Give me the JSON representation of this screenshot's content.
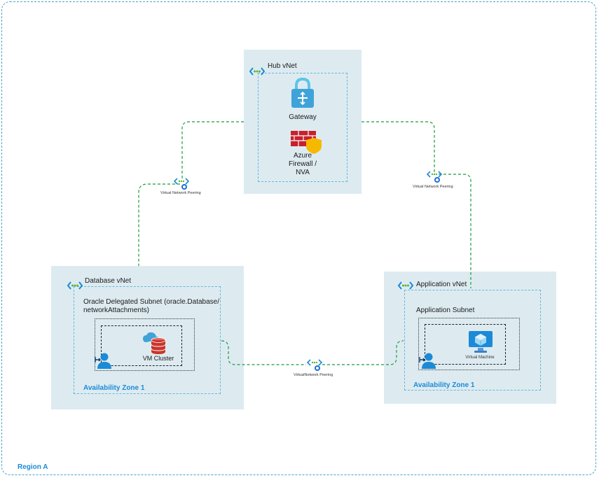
{
  "region": {
    "label": "Region A"
  },
  "hub": {
    "title": "Hub vNet",
    "gateway_label": "Gateway",
    "firewall_label_lines": [
      "Azure",
      "Firewall /",
      "NVA"
    ]
  },
  "database": {
    "title": "Database vNet",
    "subnet_label_lines": [
      "Oracle Delegated Subnet (oracle.Database/",
      "networkAttachments)"
    ],
    "cluster_label": "VM Cluster",
    "zone_label": "Availability Zone 1"
  },
  "application": {
    "title": "Application vNet",
    "subnet_label": "Application Subnet",
    "vm_label": "Virtual Machine",
    "zone_label": "Availability Zone 1"
  },
  "peerings": {
    "left_label": "Virtual Network Peering",
    "right_label": "Virtual Network Peering",
    "bottom_label": "VirtualNetwork Peering"
  },
  "colors": {
    "panel": "#ddebf1",
    "vnet_border": "#67b6d6",
    "peering_line": "#1a9b3a",
    "zone_text": "#1c8ad6"
  }
}
